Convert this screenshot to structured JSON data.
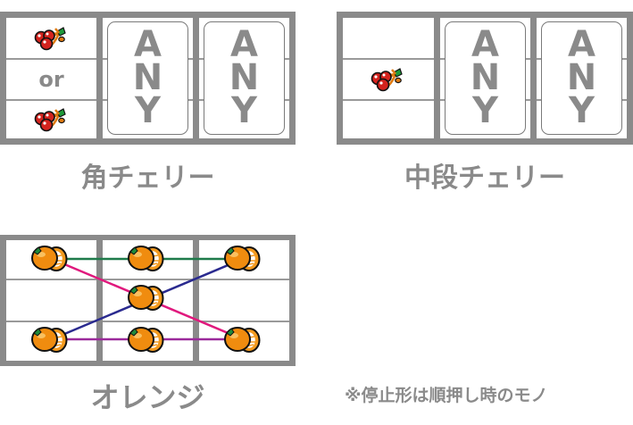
{
  "panels": [
    {
      "id": "kado-cherry",
      "caption": "角チェリー",
      "reels": [
        {
          "cells": [
            "cherry",
            "or",
            "cherry"
          ]
        },
        {
          "any": [
            "A",
            "N",
            "Y"
          ]
        },
        {
          "any": [
            "A",
            "N",
            "Y"
          ]
        }
      ],
      "or_label": "or"
    },
    {
      "id": "chudan-cherry",
      "caption": "中段チェリー",
      "reels": [
        {
          "cells": [
            "",
            "cherry",
            ""
          ]
        },
        {
          "any": [
            "A",
            "N",
            "Y"
          ]
        },
        {
          "any": [
            "A",
            "N",
            "Y"
          ]
        }
      ]
    },
    {
      "id": "orange",
      "caption": "オレンジ",
      "reels": [
        {
          "cells": [
            "orange",
            "",
            "orange"
          ]
        },
        {
          "cells": [
            "orange",
            "orange",
            "orange"
          ]
        },
        {
          "cells": [
            "orange",
            "",
            "orange"
          ]
        }
      ],
      "paylines": [
        {
          "name": "top",
          "color": "#1e7a4a"
        },
        {
          "name": "bottom",
          "color": "#9b2a9b"
        },
        {
          "name": "diagonal-down",
          "color": "#e0197d"
        },
        {
          "name": "diagonal-up",
          "color": "#2a2a8f"
        }
      ]
    }
  ],
  "note": "※停止形は順押し時のモノ",
  "colors": {
    "frame": "#8a8a8a",
    "text": "#8a8a8a"
  }
}
